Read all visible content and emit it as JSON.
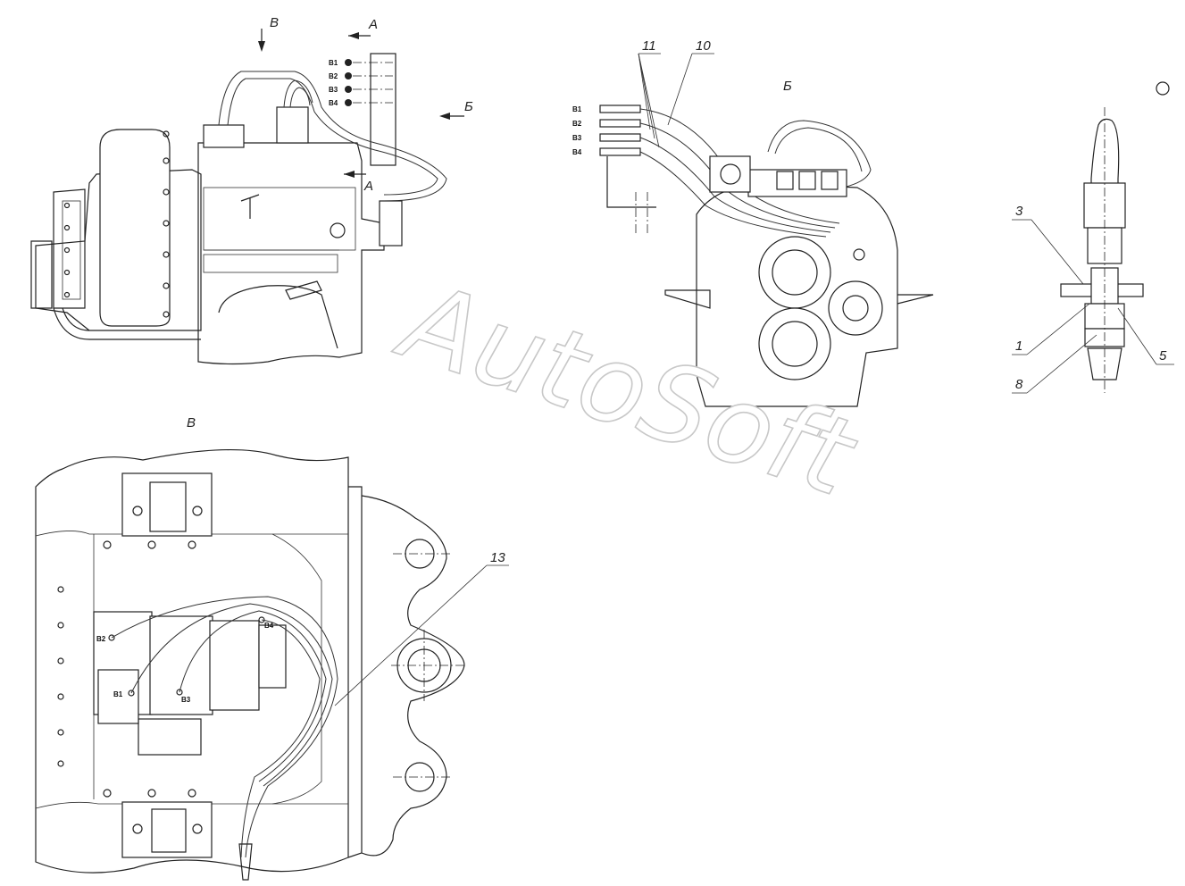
{
  "views": {
    "main_view": {
      "arrow_b_label": "Б",
      "arrow_v_label": "В",
      "section_label_top": "А",
      "section_label_bottom": "А"
    },
    "view_b": {
      "title": "Б"
    },
    "view_v": {
      "title": "В"
    },
    "section_aa": {
      "title": "А–А(1:1)"
    }
  },
  "ports": [
    "В1",
    "В2",
    "В3",
    "В4"
  ],
  "callouts": {
    "c10": "10",
    "c11": "11",
    "c13": "13",
    "c3": "3",
    "c1": "1",
    "c8": "8",
    "c5": "5"
  },
  "watermark": "AutoSoft"
}
